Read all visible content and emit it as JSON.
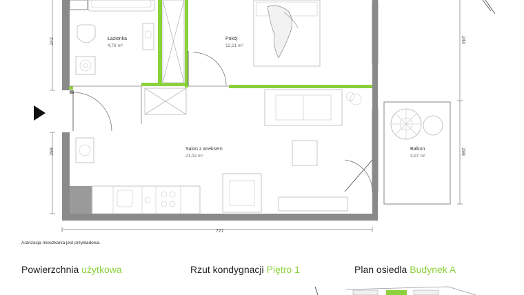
{
  "colors": {
    "wall": "#8a8a8a",
    "accent": "#8bd13b",
    "text": "#1e1e1e"
  },
  "rooms": [
    {
      "name": "Łazienka",
      "area": "4,78 m²"
    },
    {
      "name": "Pokój",
      "area": "12,21 m²"
    },
    {
      "name": "Salon z aneksem",
      "area": "21,02 m²"
    },
    {
      "name": "Balkon",
      "area": "3,97 m²"
    }
  ],
  "dimensions": {
    "left_top": "242",
    "left_bottom": "298",
    "right_top": "244",
    "right_bottom": "298",
    "bottom_width": "721"
  },
  "note": "Aranżacja mieszkania jest przykładowa.",
  "footer": [
    {
      "label": "Powierzchnia",
      "value": "użytkowa"
    },
    {
      "label": "Rzut kondygnacji",
      "value": "Piętro 1"
    },
    {
      "label": "Plan osiedla",
      "value": "Budynek A"
    }
  ]
}
